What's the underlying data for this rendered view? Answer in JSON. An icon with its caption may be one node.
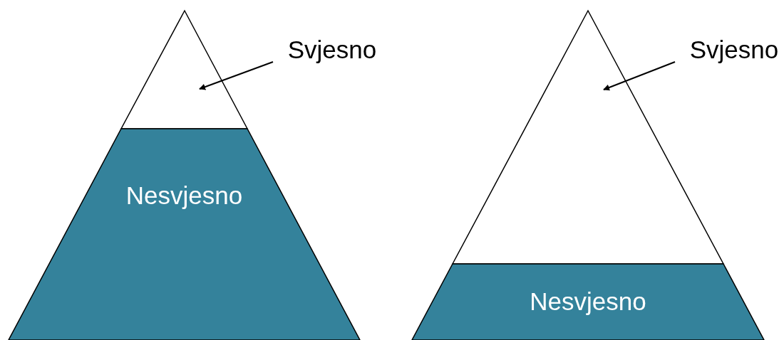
{
  "diagram": {
    "nodes": [
      {
        "text": [],
        "shape": "triangle"
      },
      {
        "text": [
          "Nesvjesno"
        ]
      },
      {
        "text": [
          "Svjesno"
        ]
      },
      {
        "text": [],
        "shape": "triangle"
      },
      {
        "text": [
          "Nesvjesno"
        ]
      },
      {
        "text": [
          "Svjesno"
        ]
      }
    ],
    "edges": [
      {
        "from": 2,
        "to": 0,
        "arrow": "to"
      },
      {
        "from": 5,
        "to": 3,
        "arrow": "to"
      }
    ]
  }
}
